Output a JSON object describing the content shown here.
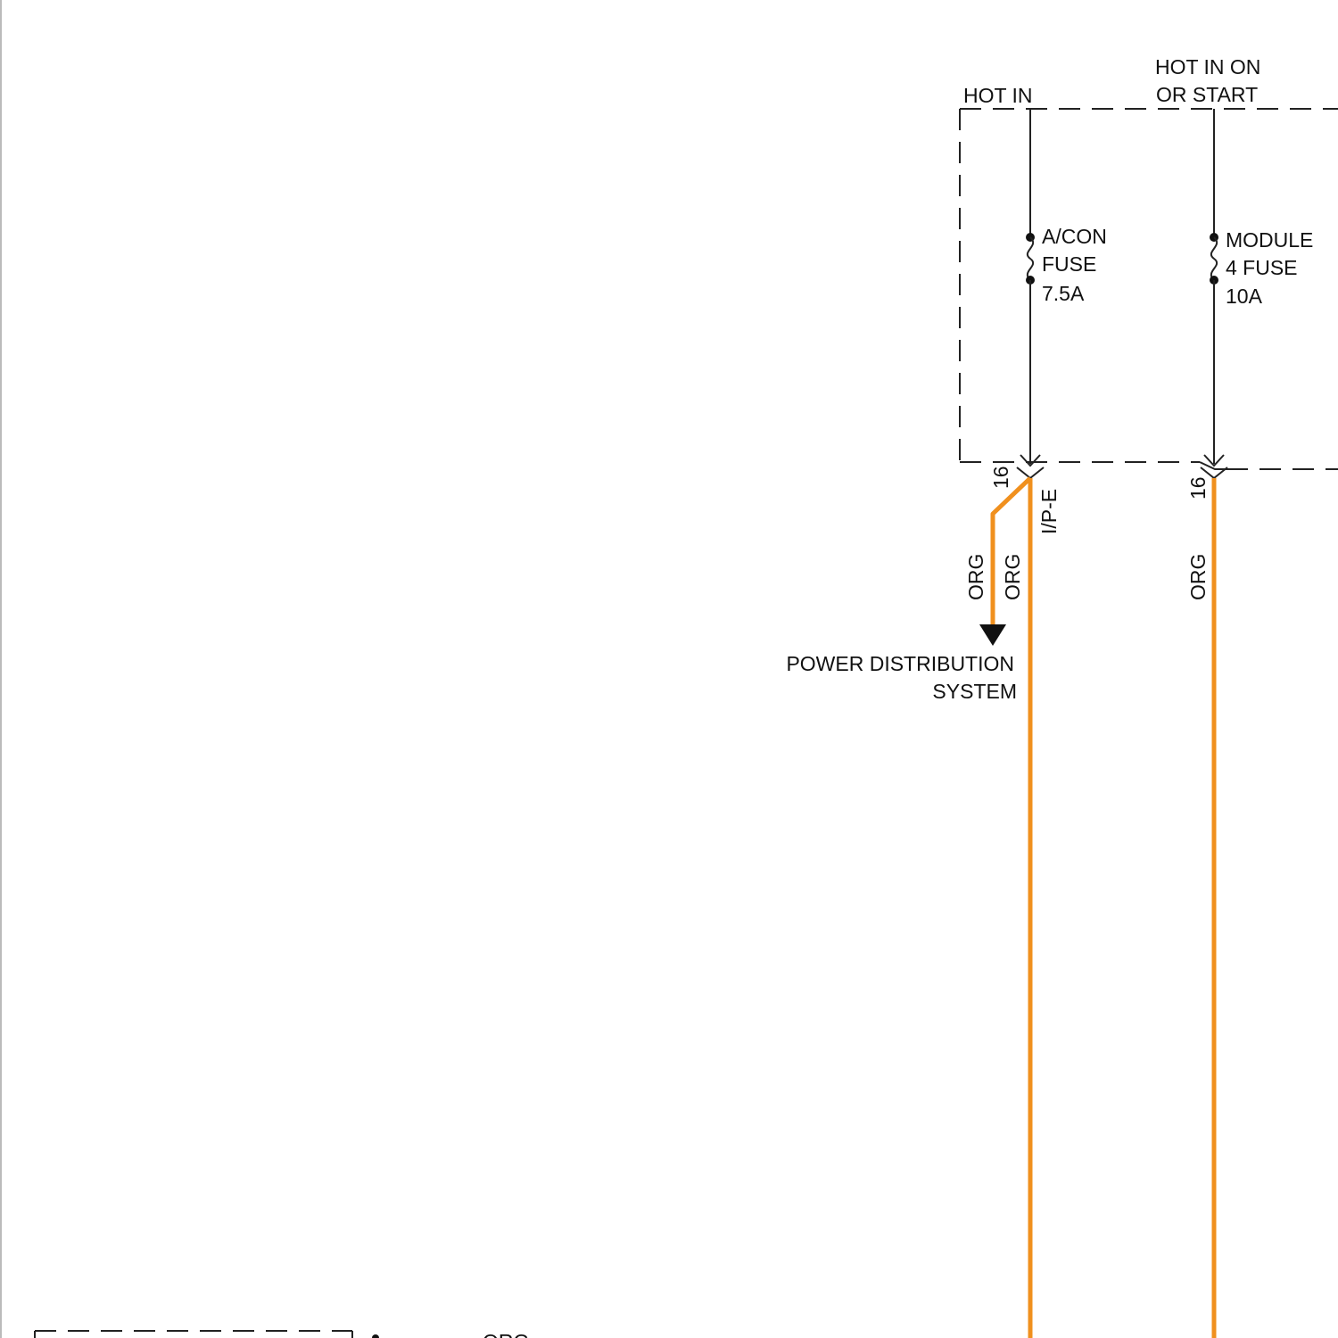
{
  "sources": {
    "hot_in": "HOT IN",
    "hot_in_on_line1": "HOT IN ON",
    "hot_in_on_line2": "OR START"
  },
  "fuses": {
    "acon": {
      "line1": "A/CON",
      "line2": "FUSE",
      "line3": "7.5A"
    },
    "module4": {
      "line1": "MODULE",
      "line2": "4 FUSE",
      "line3": "10A"
    }
  },
  "connector": {
    "name": "I/P-E",
    "pin_left": "16",
    "pin_right": "16"
  },
  "wires": {
    "branch_color": "ORG",
    "main_left_color": "ORG",
    "main_right_color": "ORG",
    "bottom_color": "ORG"
  },
  "destination": {
    "line1": "POWER DISTRIBUTION",
    "line2": "SYSTEM"
  },
  "colors": {
    "wire_orange": "#f0901e",
    "line": "#222222",
    "background": "#ffffff"
  }
}
